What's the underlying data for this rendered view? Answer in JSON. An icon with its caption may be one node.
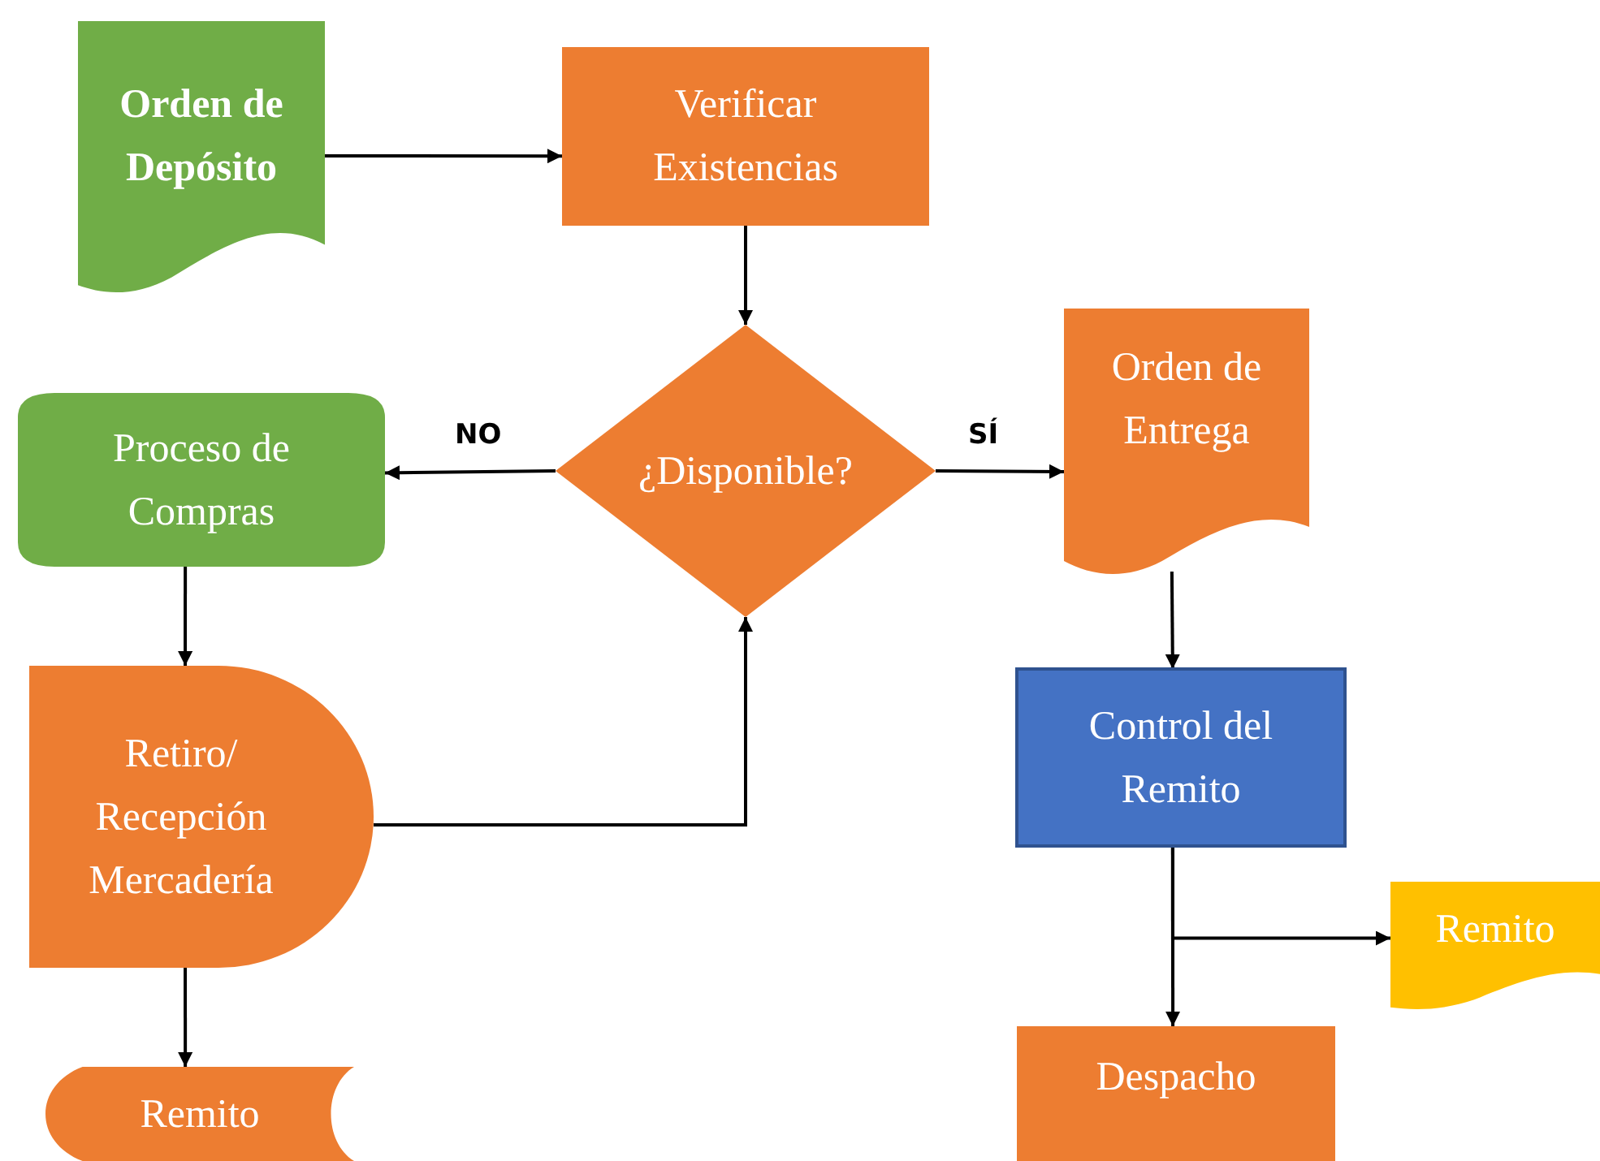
{
  "diagram": {
    "nodes": [
      {
        "text": [
          "Orden de Depósito"
        ]
      },
      {
        "text": [
          "Verificar Existencias"
        ]
      },
      {
        "text": [
          "¿Disponible?"
        ]
      },
      {
        "text": [
          "Proceso de Compras"
        ]
      },
      {
        "text": [
          "Orden de Entrega"
        ]
      },
      {
        "text": [
          "Retiro/ Recepción Mercadería"
        ]
      },
      {
        "text": [
          "Control del Remito"
        ]
      },
      {
        "text": [
          "Remito"
        ]
      },
      {
        "text": [
          "Despacho"
        ]
      },
      {
        "text": [
          "Remito"
        ]
      }
    ],
    "edges": [
      {
        "from": 0,
        "to": 1,
        "arrow": "to"
      },
      {
        "from": 1,
        "to": 2,
        "arrow": "to"
      },
      {
        "from": 2,
        "to": 3,
        "arrow": "to",
        "label": "NO"
      },
      {
        "from": 2,
        "to": 4,
        "arrow": "to",
        "label": "SÍ"
      },
      {
        "from": 3,
        "to": 5,
        "arrow": "to"
      },
      {
        "from": 5,
        "to": 2,
        "arrow": "to"
      },
      {
        "from": 4,
        "to": 6,
        "arrow": "to"
      },
      {
        "from": 6,
        "to": 8,
        "arrow": "to"
      },
      {
        "from": 6,
        "to": 7,
        "arrow": "to"
      },
      {
        "from": 5,
        "to": 9,
        "arrow": "to"
      }
    ]
  }
}
